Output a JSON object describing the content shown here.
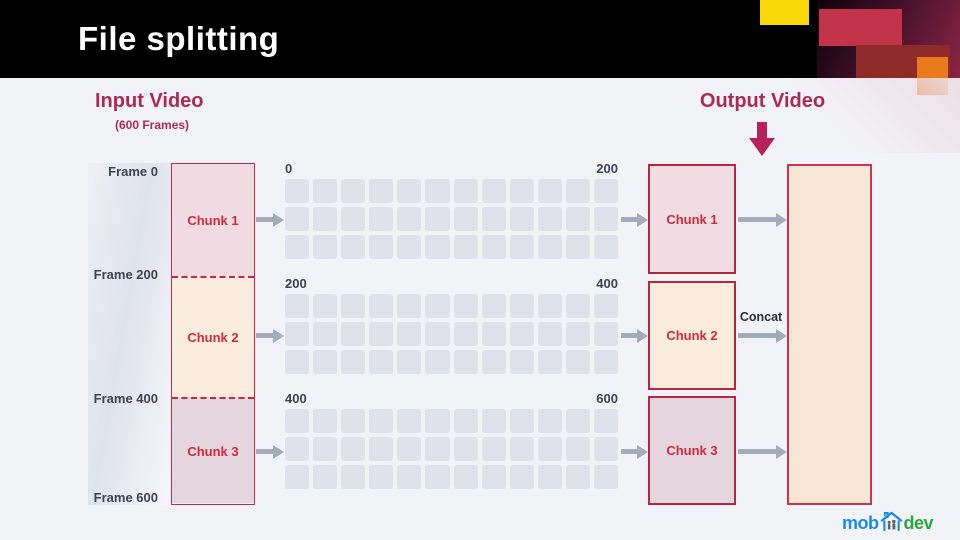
{
  "header": {
    "title": "File splitting"
  },
  "input": {
    "heading": "Input Video",
    "subheading": "(600 Frames)",
    "frame_labels": [
      "Frame 0",
      "Frame 200",
      "Frame 400",
      "Frame 600"
    ],
    "chunks": [
      {
        "label": "Chunk 1"
      },
      {
        "label": "Chunk 2"
      },
      {
        "label": "Chunk 3"
      }
    ]
  },
  "grids": [
    {
      "start": "0",
      "end": "200",
      "rows": 3,
      "cols": 12
    },
    {
      "start": "200",
      "end": "400",
      "rows": 3,
      "cols": 12
    },
    {
      "start": "400",
      "end": "600",
      "rows": 3,
      "cols": 12
    }
  ],
  "output": {
    "heading": "Output Video",
    "chunks": [
      {
        "label": "Chunk 1"
      },
      {
        "label": "Chunk 2"
      },
      {
        "label": "Chunk 3"
      }
    ],
    "concat_label": "Concat"
  },
  "logo": {
    "part1": "mob",
    "part2": "dev"
  },
  "colors": {
    "background": "#f2f3f7",
    "header_black": "#000000",
    "heading_crimson": "#ad2a52",
    "chunk_label_red": "#ce2b3e",
    "chunk_border": "#c5274d",
    "chunk1_fill": "#f0dbe2",
    "chunk2_fill": "#f9ecdc",
    "chunk3_fill": "#e5d5dd",
    "output_fill": "#f5e5d5",
    "grid_cell": "#dfe2eb",
    "arrow_gray": "#a4abba",
    "deco_yellow": "#f8d806",
    "deco_red": "#c23249",
    "deco_darkred": "#8e2a28",
    "deco_orange": "#ea7a1c",
    "logo_blue": "#1e88e5",
    "logo_green": "#29a93c"
  }
}
